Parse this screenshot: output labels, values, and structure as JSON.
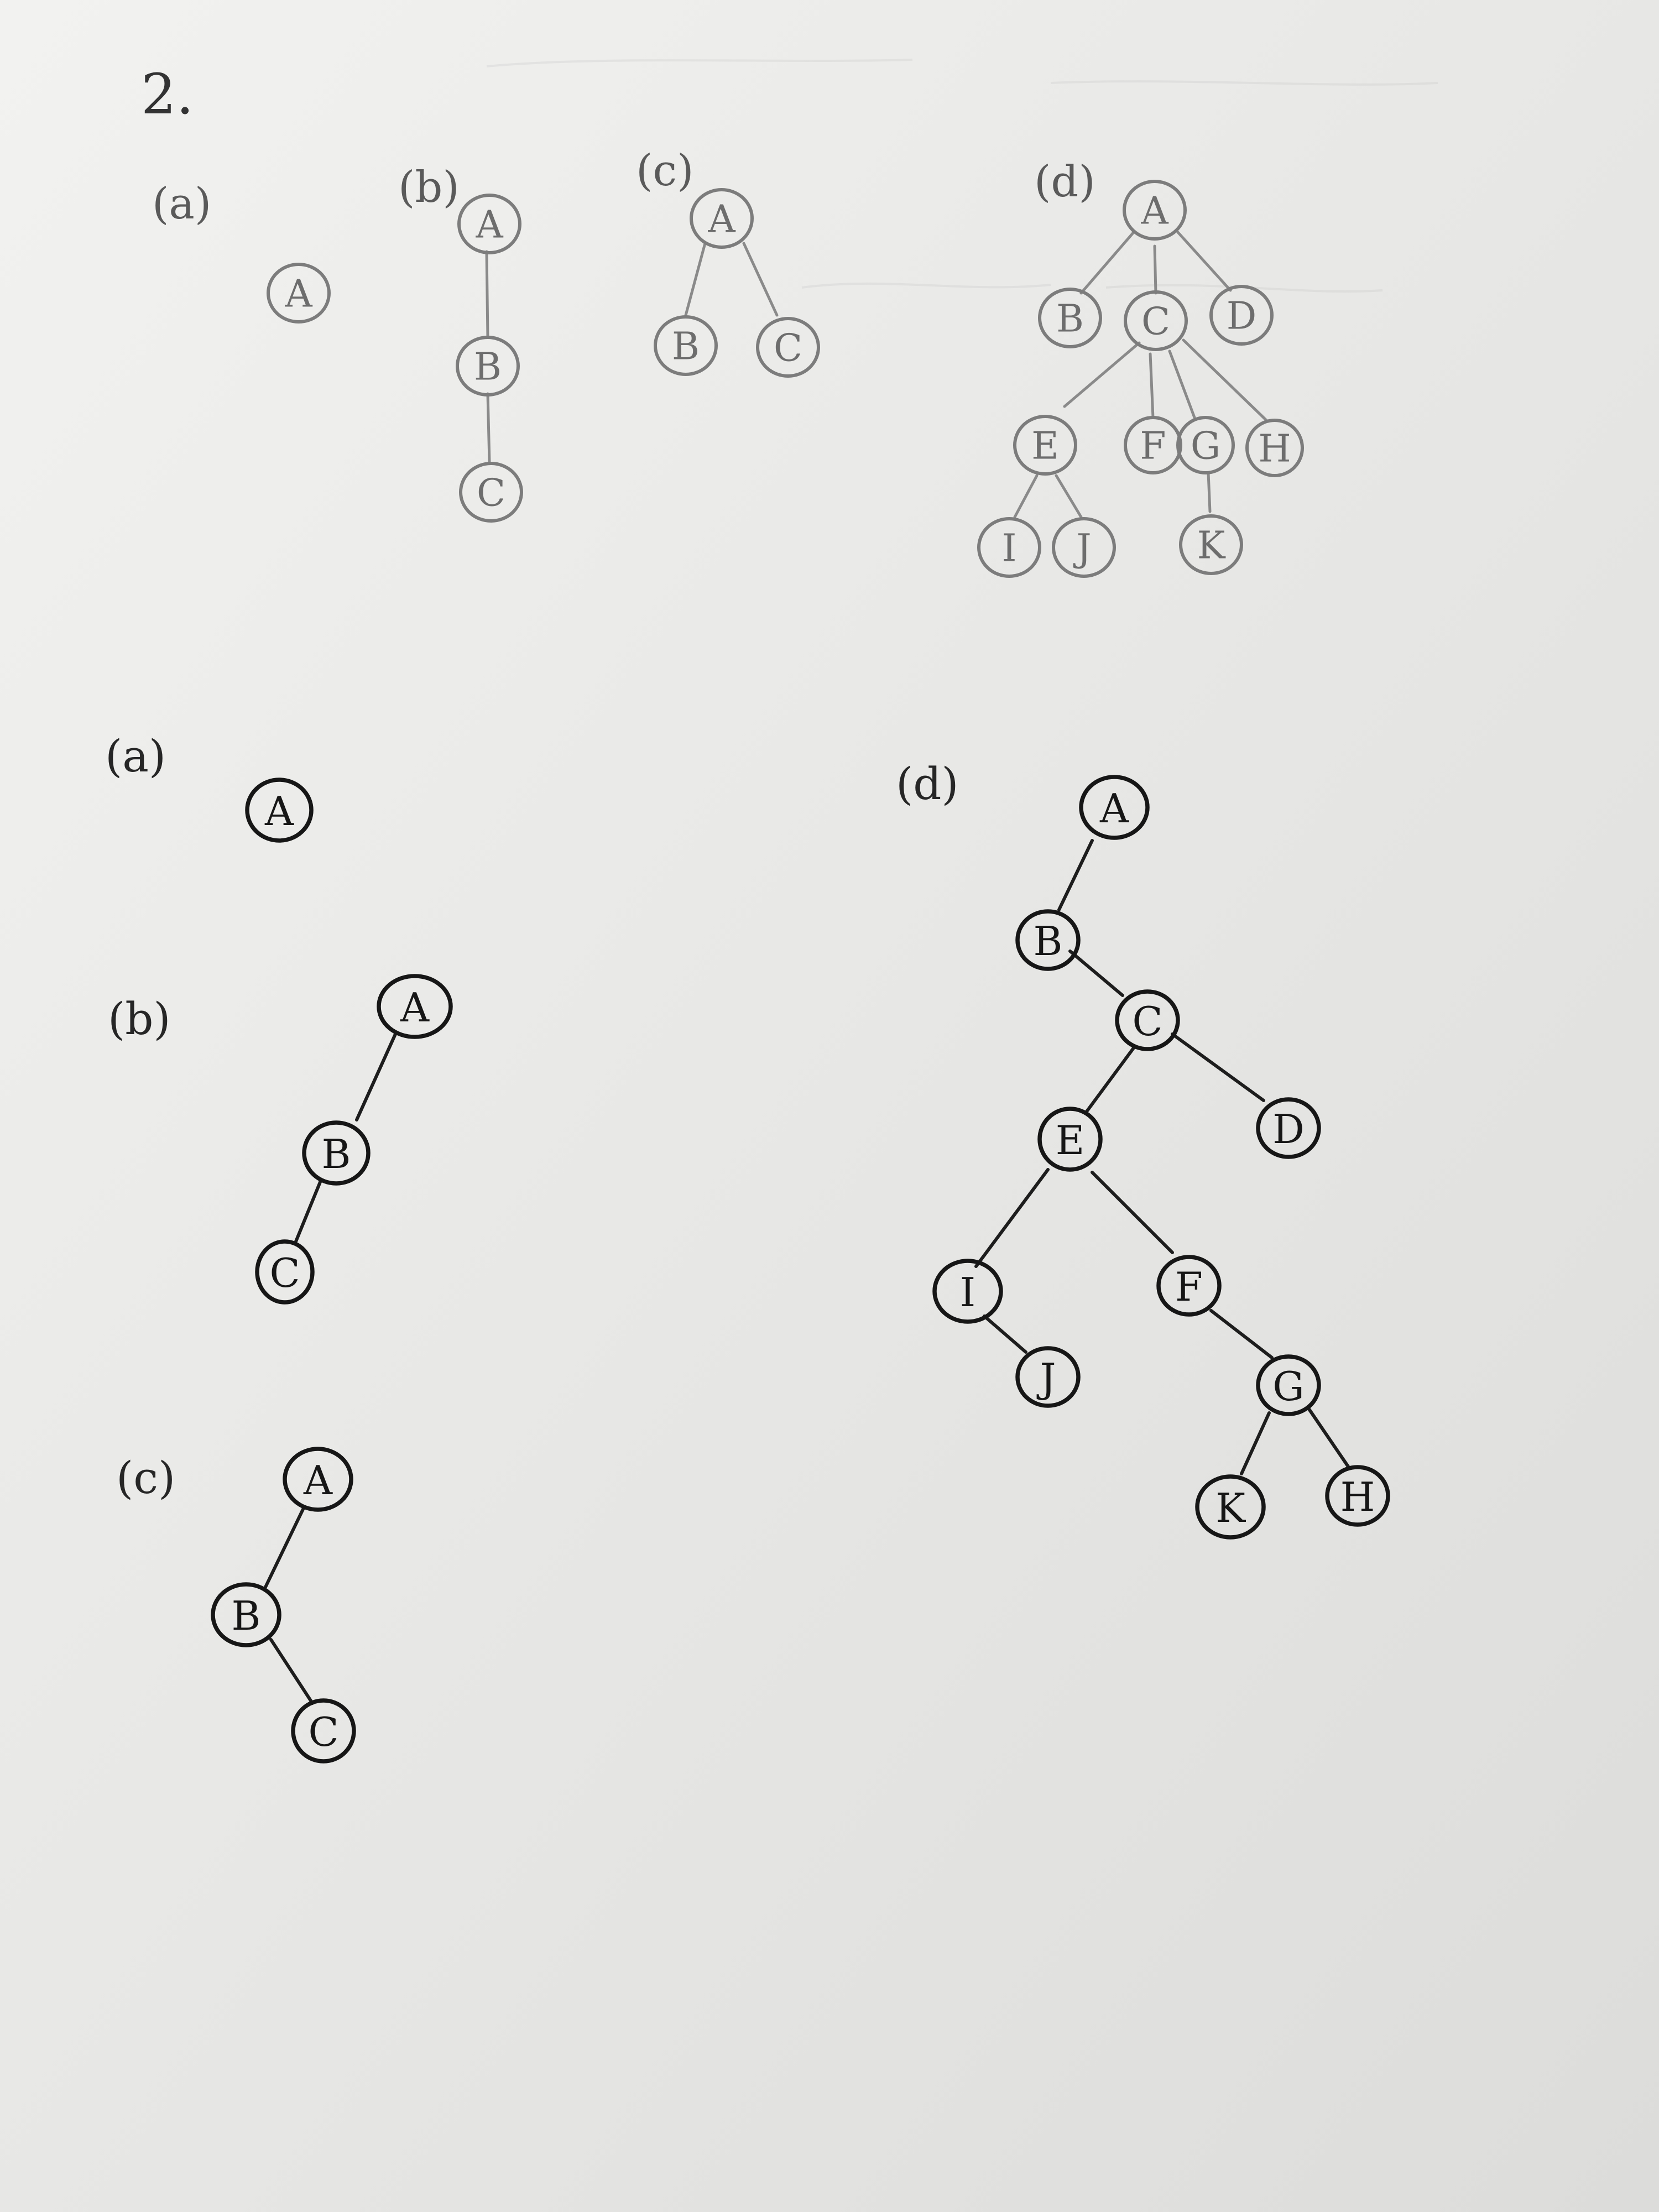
{
  "page": {
    "problem_number": "2.",
    "background_color": "#e9e9e7",
    "ink_faint": "#7c7c7c",
    "ink_dark": "#161616"
  },
  "forests": {
    "section_label_style": "pencil",
    "items": [
      {
        "label": "(a)",
        "nodes": [
          "A"
        ],
        "edges": []
      },
      {
        "label": "(b)",
        "nodes": [
          "A",
          "B",
          "C"
        ],
        "edges": [
          [
            "A",
            "B"
          ],
          [
            "B",
            "C"
          ]
        ]
      },
      {
        "label": "(c)",
        "nodes": [
          "A",
          "B",
          "C"
        ],
        "edges": [
          [
            "A",
            "B"
          ],
          [
            "A",
            "C"
          ]
        ]
      },
      {
        "label": "(d)",
        "nodes": [
          "A",
          "B",
          "C",
          "D",
          "E",
          "F",
          "G",
          "H",
          "I",
          "J",
          "K"
        ],
        "edges": [
          [
            "A",
            "B"
          ],
          [
            "A",
            "C"
          ],
          [
            "A",
            "D"
          ],
          [
            "C",
            "E"
          ],
          [
            "C",
            "F"
          ],
          [
            "C",
            "G"
          ],
          [
            "C",
            "H"
          ],
          [
            "E",
            "I"
          ],
          [
            "E",
            "J"
          ],
          [
            "G",
            "K"
          ]
        ]
      }
    ]
  },
  "binary_trees": {
    "section_label_style": "pen",
    "items": [
      {
        "label": "(a)",
        "nodes": [
          "A"
        ],
        "edges": []
      },
      {
        "label": "(b)",
        "nodes": [
          "A",
          "B",
          "C"
        ],
        "edges": [
          [
            "A",
            "B"
          ],
          [
            "B",
            "C"
          ]
        ]
      },
      {
        "label": "(c)",
        "nodes": [
          "A",
          "B",
          "C"
        ],
        "edges": [
          [
            "A",
            "B"
          ],
          [
            "B",
            "C"
          ]
        ]
      },
      {
        "label": "(d)",
        "nodes": [
          "A",
          "B",
          "C",
          "D",
          "E",
          "F",
          "G",
          "H",
          "I",
          "J",
          "K"
        ],
        "edges": [
          [
            "A",
            "B"
          ],
          [
            "B",
            "C"
          ],
          [
            "C",
            "E"
          ],
          [
            "C",
            "D"
          ],
          [
            "E",
            "I"
          ],
          [
            "I",
            "J"
          ],
          [
            "E",
            "F"
          ],
          [
            "F",
            "G"
          ],
          [
            "G",
            "K"
          ],
          [
            "G",
            "H"
          ]
        ]
      }
    ]
  }
}
